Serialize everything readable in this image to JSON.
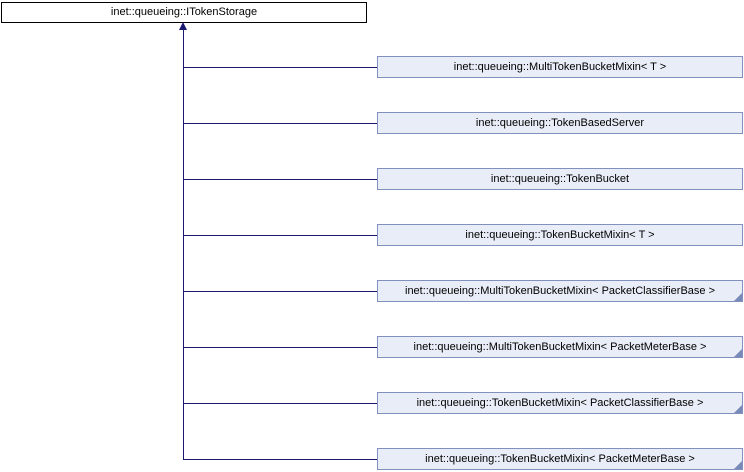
{
  "diagram": {
    "root": {
      "label": "inet::queueing::ITokenStorage"
    },
    "children": [
      {
        "label": "inet::queueing::MultiTokenBucketMixin< T >",
        "truncated": false
      },
      {
        "label": "inet::queueing::TokenBasedServer",
        "truncated": false
      },
      {
        "label": "inet::queueing::TokenBucket",
        "truncated": false
      },
      {
        "label": "inet::queueing::TokenBucketMixin< T >",
        "truncated": false
      },
      {
        "label": "inet::queueing::MultiTokenBucketMixin< PacketClassifierBase >",
        "truncated": true
      },
      {
        "label": "inet::queueing::MultiTokenBucketMixin< PacketMeterBase >",
        "truncated": true
      },
      {
        "label": "inet::queueing::TokenBucketMixin< PacketClassifierBase >",
        "truncated": true
      },
      {
        "label": "inet::queueing::TokenBucketMixin< PacketMeterBase >",
        "truncated": true
      }
    ],
    "colors": {
      "edge": "#191970",
      "node_fill": "#e8edf7",
      "node_border": "#8191bd",
      "root_fill": "#ffffff",
      "root_border": "#000000",
      "fold": "#7a8ab8",
      "text": "#000000"
    }
  }
}
